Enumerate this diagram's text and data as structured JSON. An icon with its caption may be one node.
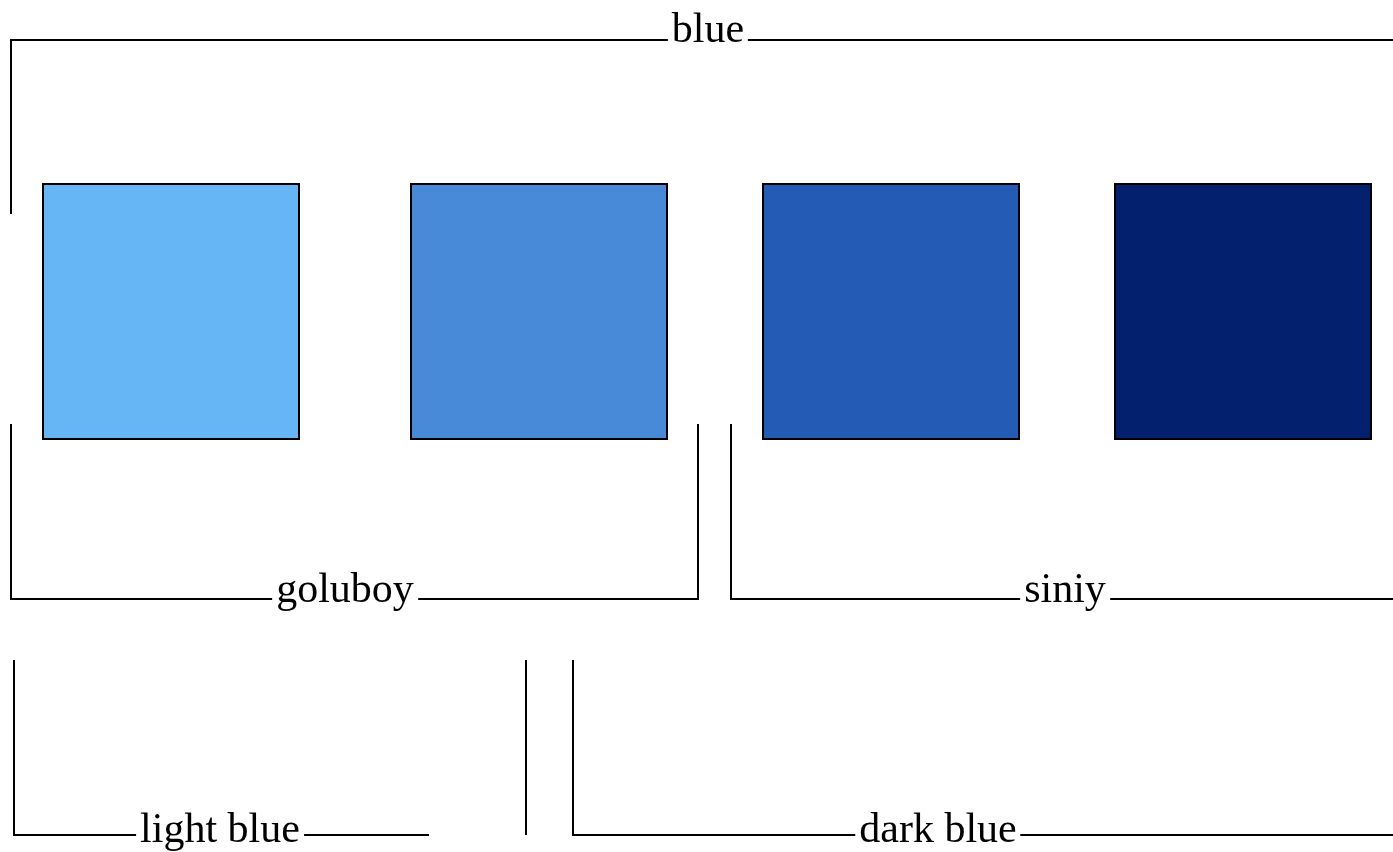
{
  "diagram": {
    "nodes": [
      {
        "text": [],
        "shape": "box"
      },
      {
        "text": [],
        "shape": "box"
      },
      {
        "text": [],
        "shape": "box"
      },
      {
        "text": [],
        "shape": "box"
      }
    ],
    "edges": [],
    "labels": [
      "blue",
      "goluboy",
      "siniy",
      "light blue",
      "dark blue"
    ]
  }
}
